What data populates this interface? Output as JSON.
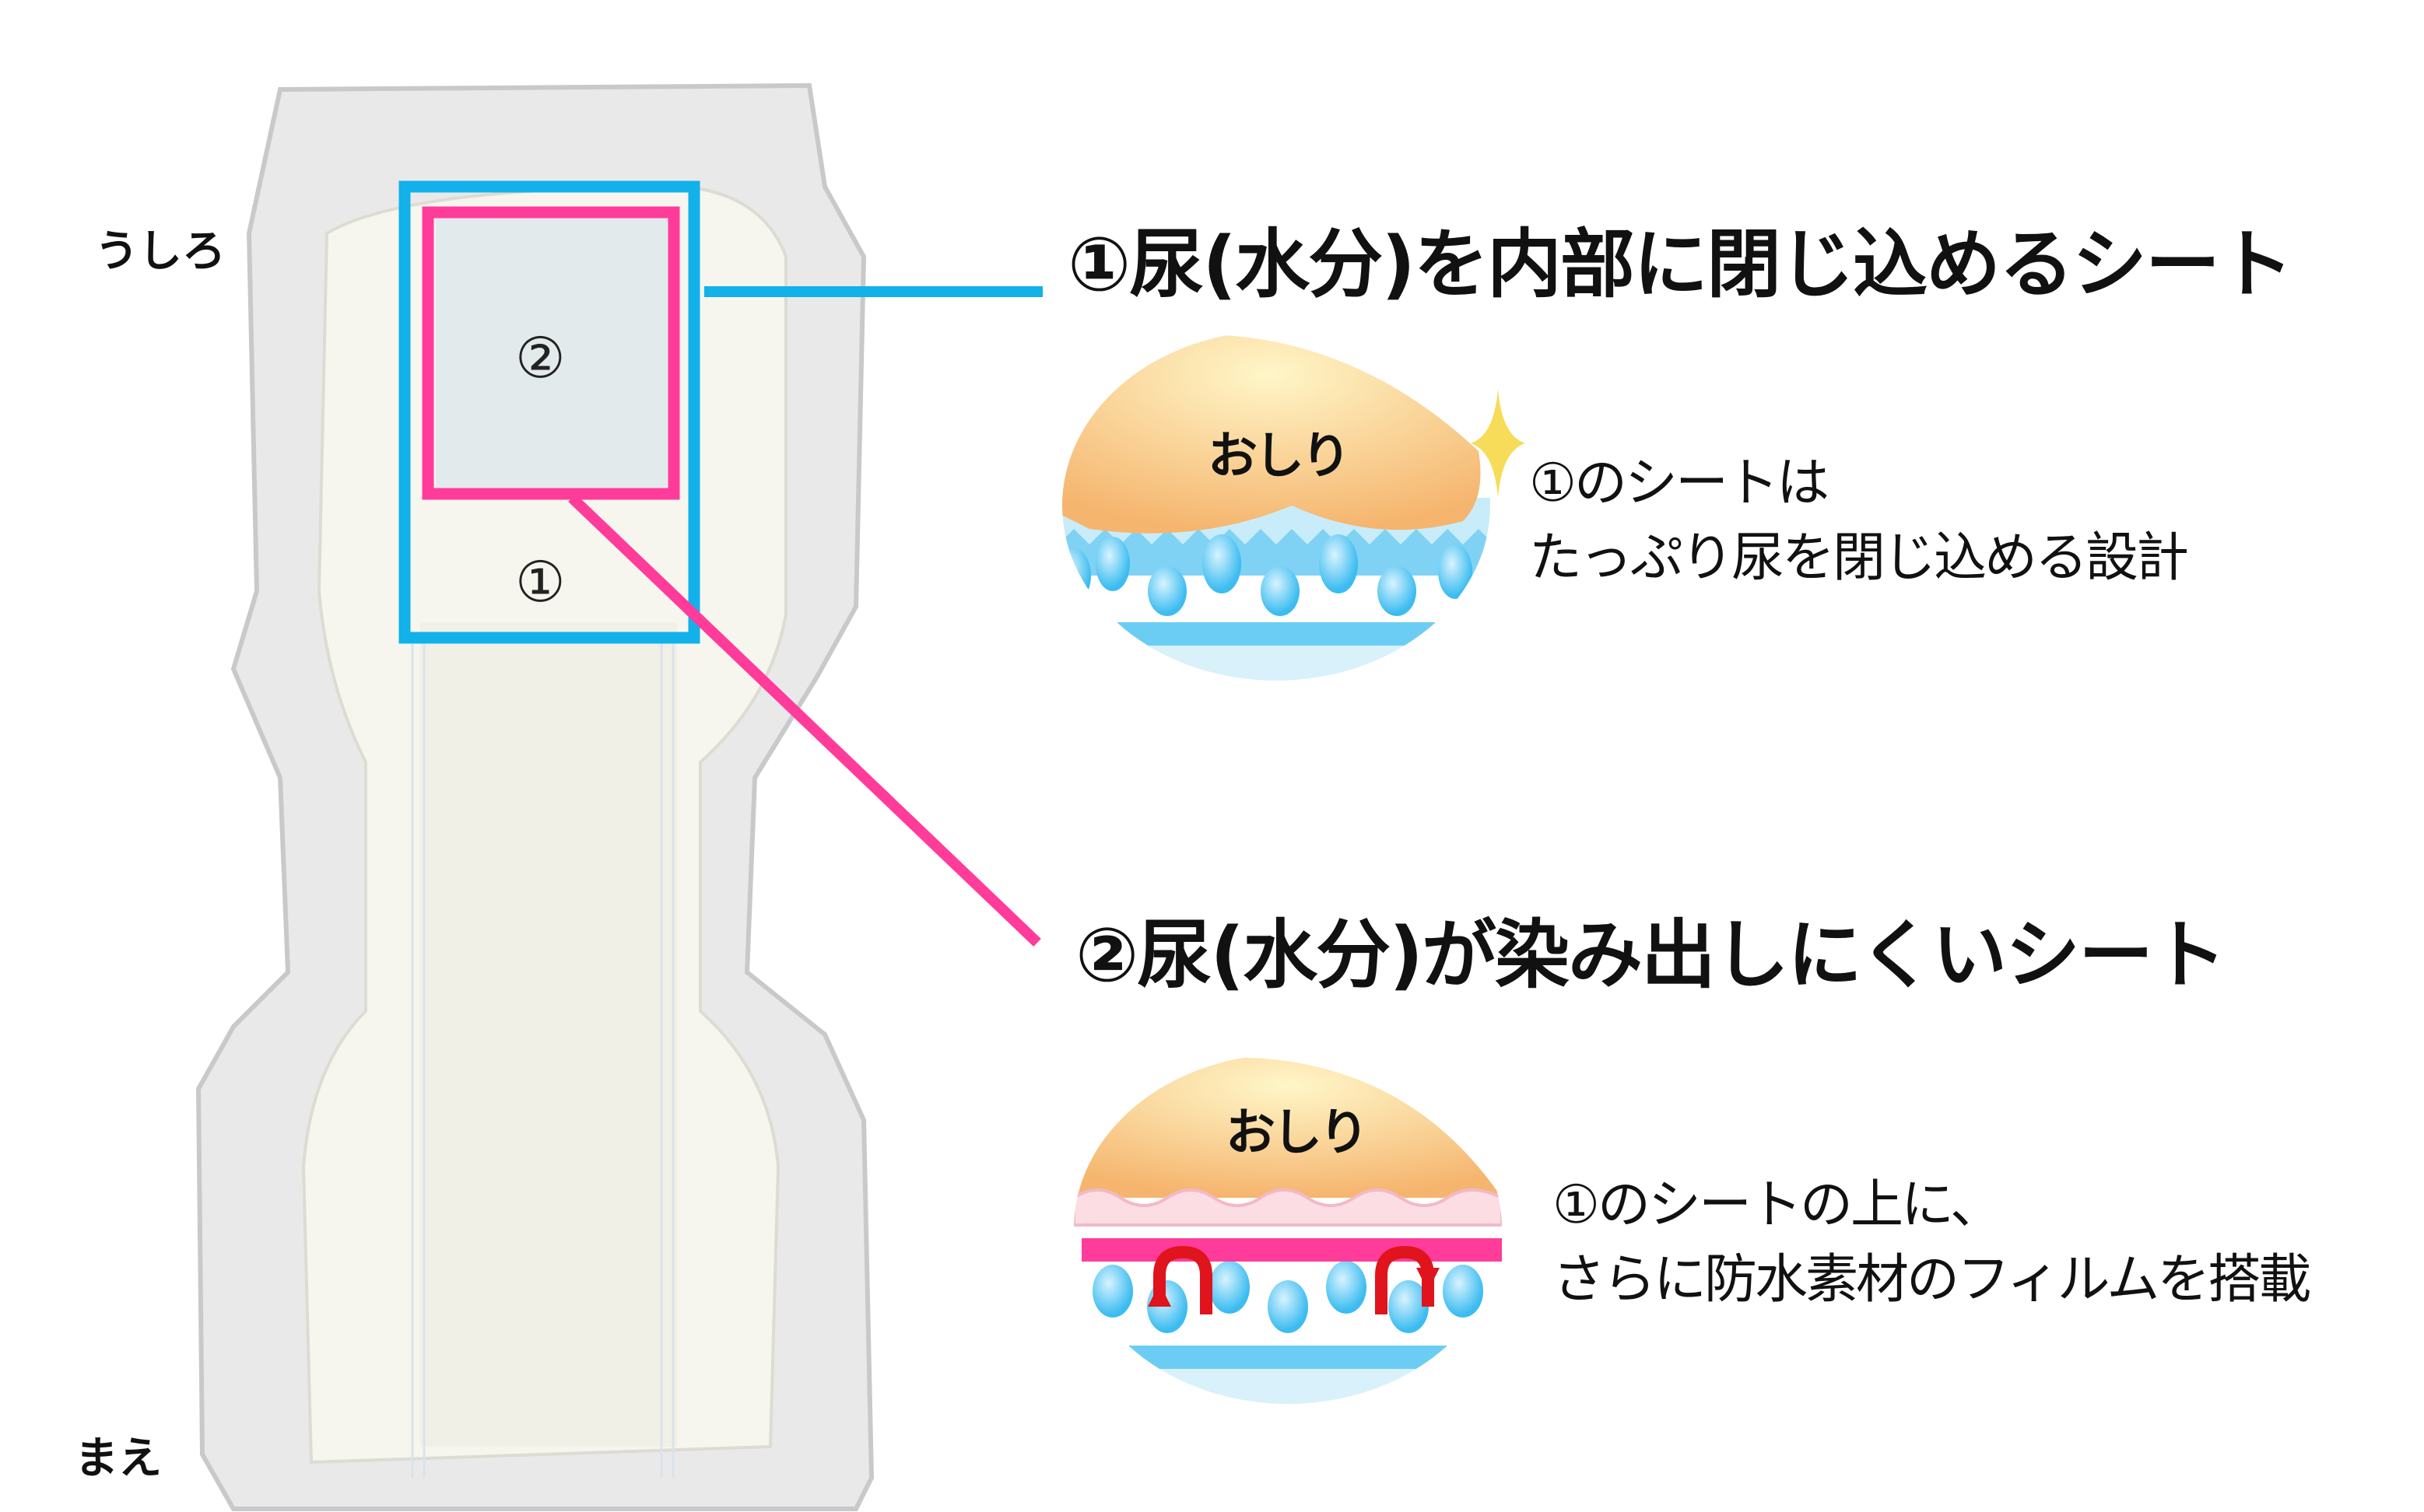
{
  "labels": {
    "back": "うしろ",
    "front": "まえ",
    "marker_1": "①",
    "marker_2": "②"
  },
  "sections": [
    {
      "title": "①尿(水分)を内部に閉じ込めるシート",
      "illustration_label": "おしり",
      "description": [
        "①のシートは",
        "たっぷり尿を閉じ込める設計"
      ]
    },
    {
      "title": "②尿(水分)が染み出しにくいシート",
      "illustration_label": "おしり",
      "description": [
        "①のシートの上に、",
        "さらに防水素材のフィルムを搭載"
      ]
    }
  ],
  "colors": {
    "sheet1": "#12b1ea",
    "sheet2": "#ff3c9a",
    "skin": "#f7c27d",
    "water": "#5cc8f2"
  }
}
